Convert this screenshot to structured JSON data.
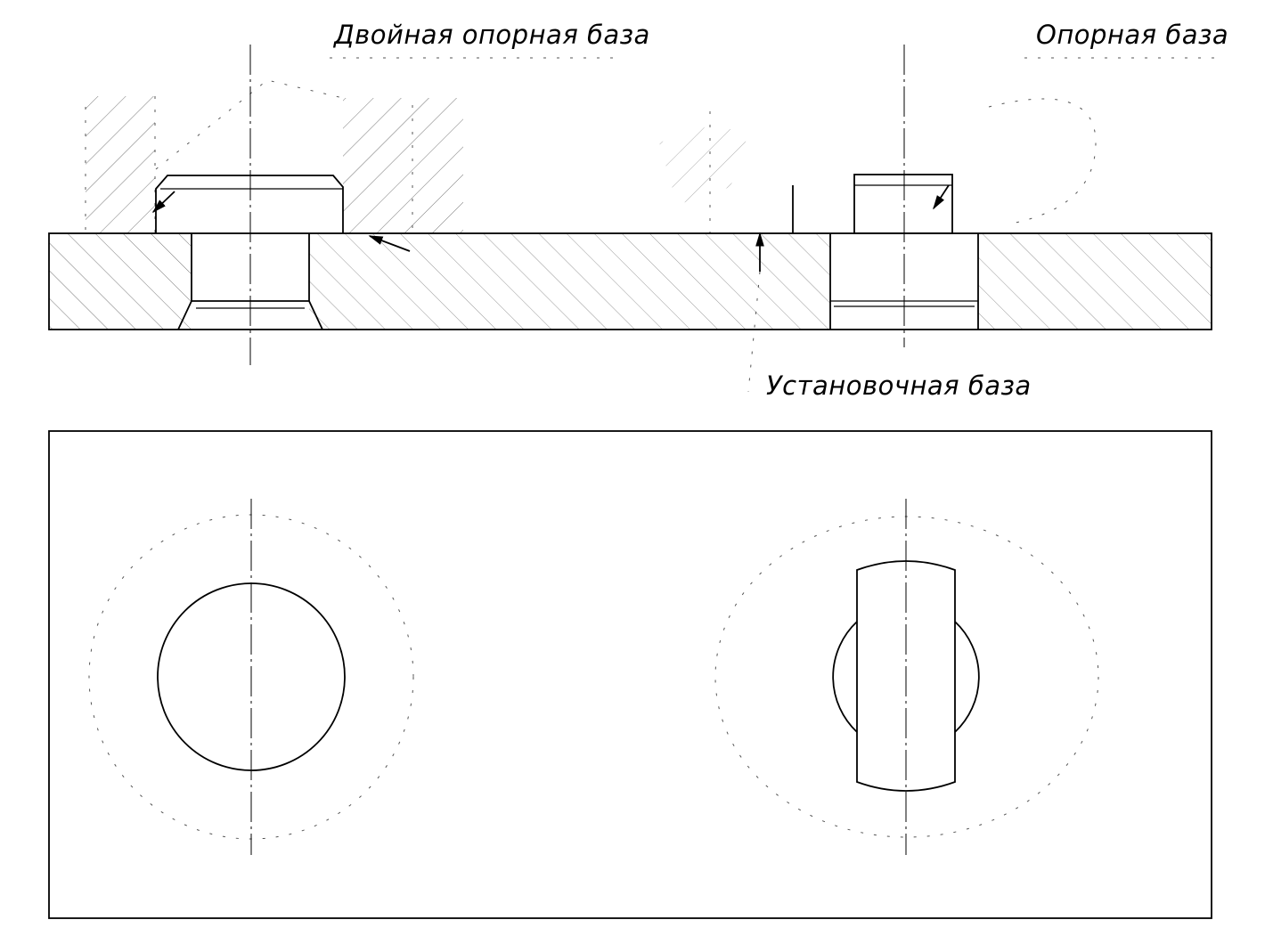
{
  "labels": {
    "double_support_base": "Двойная опорная база",
    "support_base": "Опорная база",
    "mounting_base": "Установочная база"
  },
  "colors": {
    "line": "#000000",
    "hatch": "#666666",
    "background": "#ffffff"
  }
}
